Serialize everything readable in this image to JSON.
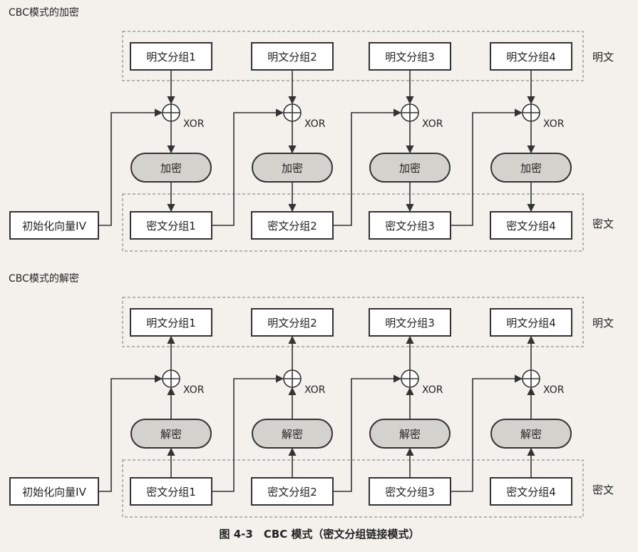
{
  "encryption": {
    "title": "CBC模式的加密",
    "plaintext_blocks": [
      "明文分组1",
      "明文分组2",
      "明文分组3",
      "明文分组4"
    ],
    "ciphertext_blocks": [
      "密文分组1",
      "密文分组2",
      "密文分组3",
      "密文分组4"
    ],
    "process_label": "加密",
    "xor_label": "XOR",
    "iv_label": "初始化向量IV",
    "plaintext_group_label": "明文",
    "ciphertext_group_label": "密文"
  },
  "decryption": {
    "title": "CBC模式的解密",
    "plaintext_blocks": [
      "明文分组1",
      "明文分组2",
      "明文分组3",
      "明文分组4"
    ],
    "ciphertext_blocks": [
      "密文分组1",
      "密文分组2",
      "密文分组3",
      "密文分组4"
    ],
    "process_label": "解密",
    "xor_label": "XOR",
    "iv_label": "初始化向量IV",
    "plaintext_group_label": "明文",
    "ciphertext_group_label": "密文"
  },
  "caption": "图 4-3　CBC 模式（密文分组链接模式）",
  "colors": {
    "process_fill": "#d4d2cd",
    "line": "#333333",
    "background": "#f4f1ec"
  }
}
